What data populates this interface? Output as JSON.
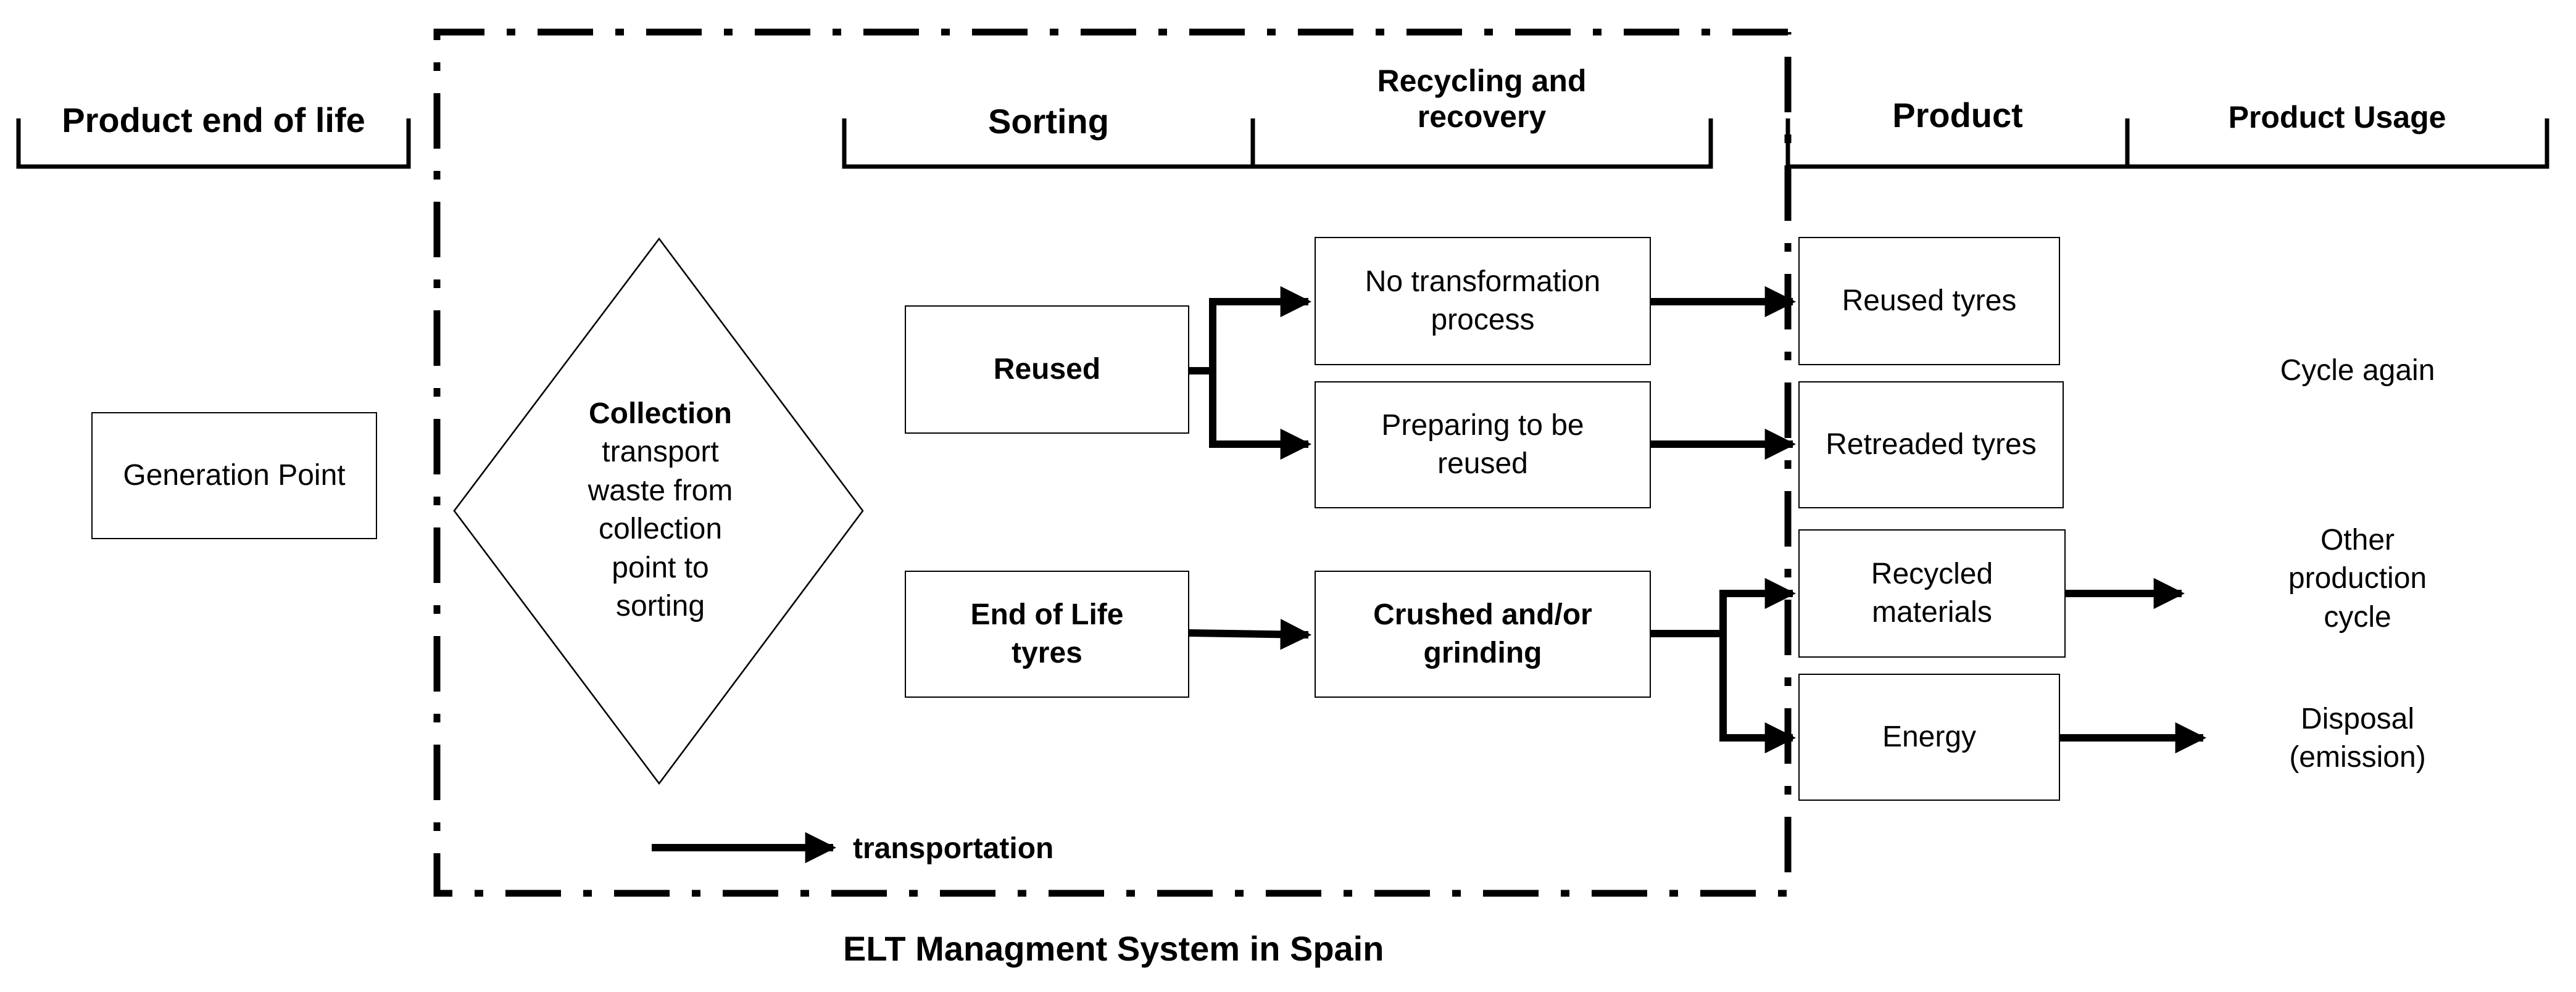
{
  "headers": {
    "end_of_life": "Product end of life",
    "sorting": "Sorting",
    "recycling": "Recycling and\nrecovery",
    "product": "Product",
    "usage": "Product Usage"
  },
  "nodes": {
    "generation_point": "Generation Point",
    "collection_title": "Collection",
    "collection_text": "transport\nwaste from\ncollection\npoint to\nsorting",
    "reused": "Reused",
    "end_of_life_tyres": "End of Life\ntyres",
    "no_transformation": "No transformation\nprocess",
    "preparing": "Preparing to be\nreused",
    "crushed": "Crushed and/or\ngrinding",
    "reused_tyres": "Reused tyres",
    "retreaded_tyres": "Retreaded tyres",
    "recycled_materials": "Recycled\nmaterials",
    "energy": "Energy",
    "cycle_again": "Cycle again",
    "other_production": "Other\nproduction\ncycle",
    "disposal": "Disposal\n(emission)"
  },
  "legend": {
    "transportation": "transportation"
  },
  "caption": "ELT Managment System in Spain"
}
